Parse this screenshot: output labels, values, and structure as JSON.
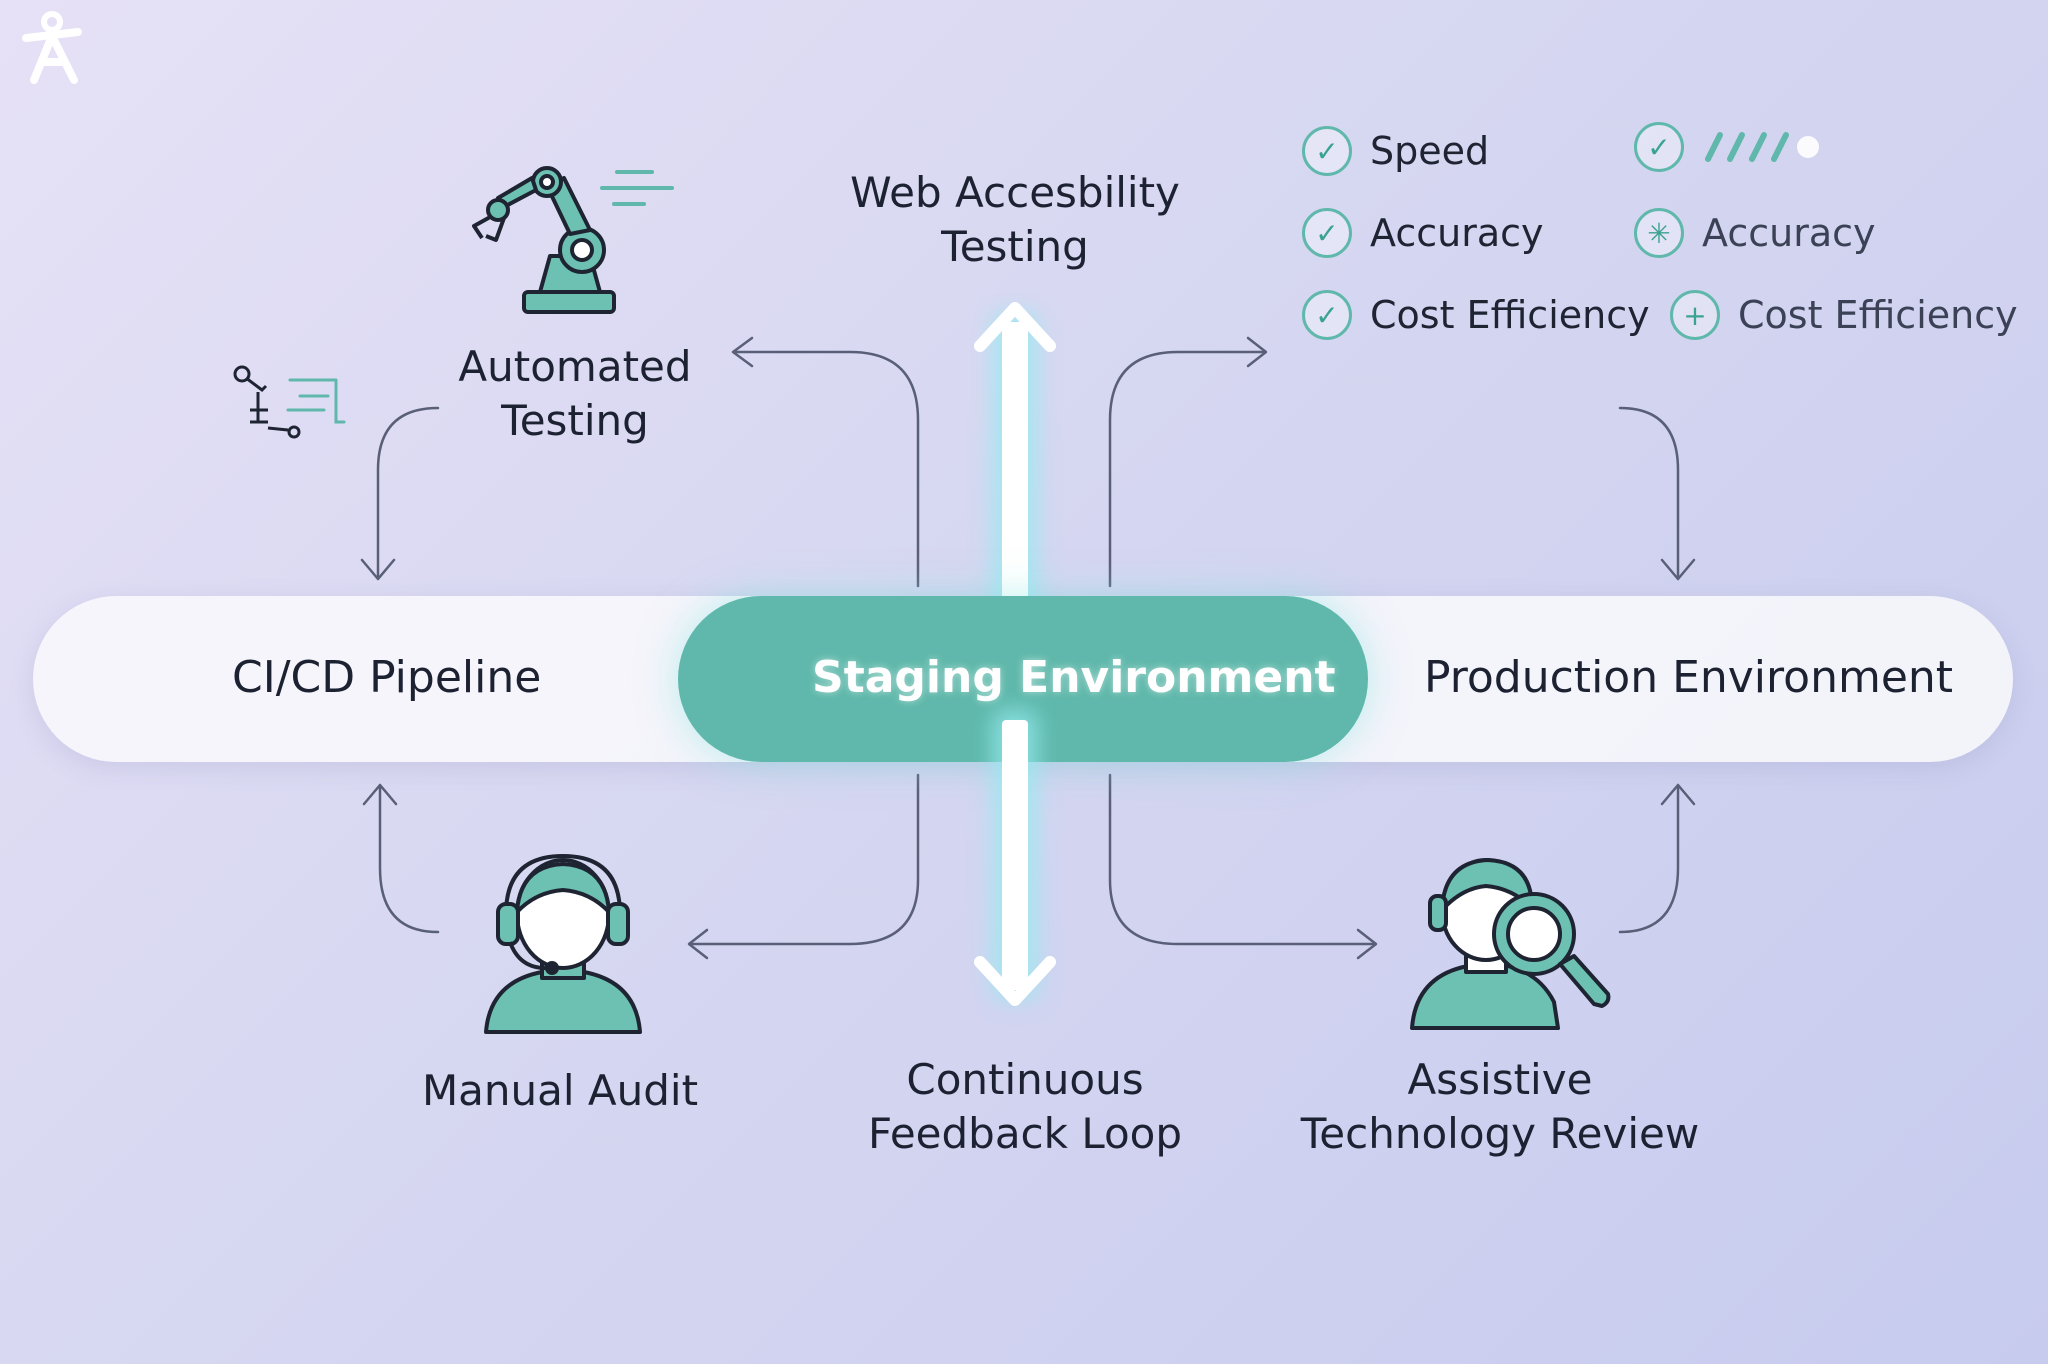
{
  "center": {
    "title_line1": "Web Accesbility",
    "title_line2": "Testing"
  },
  "pipeline": {
    "stage_left": "CI/CD Pipeline",
    "stage_center": "Staging Environment",
    "stage_right": "Production Environment"
  },
  "nodes": {
    "automated_testing": {
      "line1": "Automated",
      "line2": "Testing"
    },
    "manual_audit": {
      "line1": "Manual Audit"
    },
    "feedback_loop": {
      "line1": "Continuous",
      "line2": "Feedback Loop"
    },
    "assistive_review": {
      "line1": "Assistive",
      "line2": "Technology Review"
    }
  },
  "benefits_left": [
    {
      "label": "Speed",
      "icon": "check-icon"
    },
    {
      "label": "Accuracy",
      "icon": "check-icon"
    },
    {
      "label": "Cost Efficiency",
      "icon": "check-icon"
    }
  ],
  "benefits_right": [
    {
      "label": "",
      "icon": "check-icon"
    },
    {
      "label": "Accuracy",
      "icon": "asterisk-icon"
    },
    {
      "label": "Cost Efficiency",
      "icon": "plus-icon"
    }
  ],
  "colors": {
    "accent": "#5fb8ab",
    "text": "#1d2232",
    "connector": "#5a5f78"
  }
}
